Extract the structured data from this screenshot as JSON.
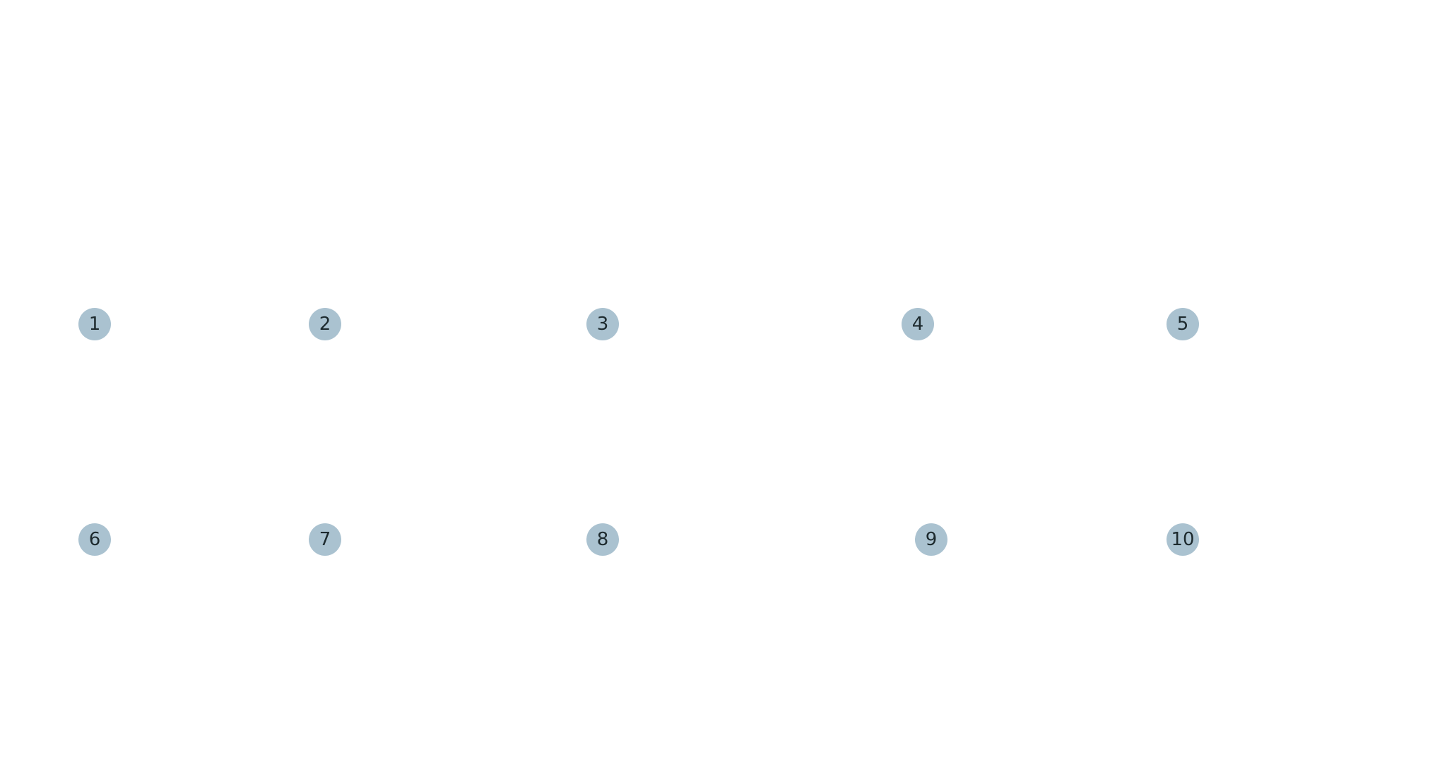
{
  "marker_color": "#aac2d0",
  "marker_text_color": "#1d2a2e",
  "markers": [
    {
      "label": "1"
    },
    {
      "label": "2"
    },
    {
      "label": "3"
    },
    {
      "label": "4"
    },
    {
      "label": "5"
    },
    {
      "label": "6"
    },
    {
      "label": "7"
    },
    {
      "label": "8"
    },
    {
      "label": "9"
    },
    {
      "label": "10"
    }
  ]
}
